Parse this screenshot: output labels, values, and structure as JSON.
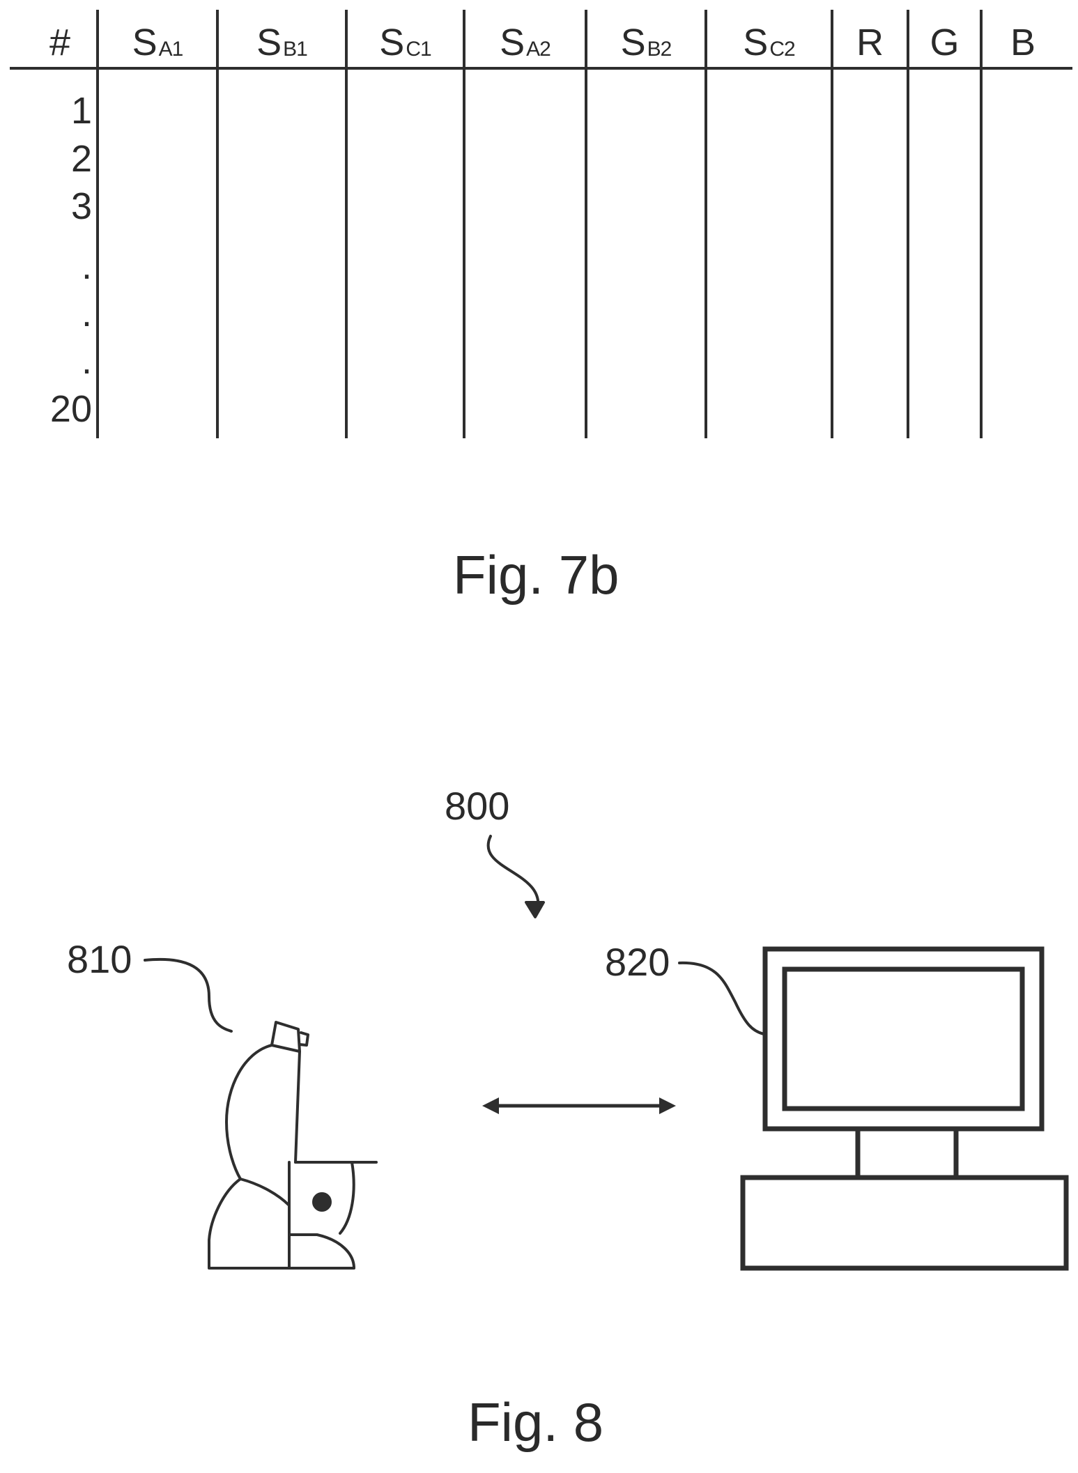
{
  "table_7b": {
    "headers": [
      {
        "main": "#",
        "sub": ""
      },
      {
        "main": "S",
        "sub": "A1"
      },
      {
        "main": "S",
        "sub": "B1"
      },
      {
        "main": "S",
        "sub": "C1"
      },
      {
        "main": "S",
        "sub": "A2"
      },
      {
        "main": "S",
        "sub": "B2"
      },
      {
        "main": "S",
        "sub": "C2"
      },
      {
        "main": "R",
        "sub": ""
      },
      {
        "main": "G",
        "sub": ""
      },
      {
        "main": "B",
        "sub": ""
      }
    ],
    "row_labels": [
      "1",
      "2",
      "3",
      ".",
      ".",
      ".",
      "20"
    ]
  },
  "captions": {
    "fig7b": "Fig. 7b",
    "fig8": "Fig. 8"
  },
  "fig8": {
    "system_label": "800",
    "microscope_label": "810",
    "computer_label": "820"
  },
  "colors": {
    "ink": "#2e2e2e"
  }
}
